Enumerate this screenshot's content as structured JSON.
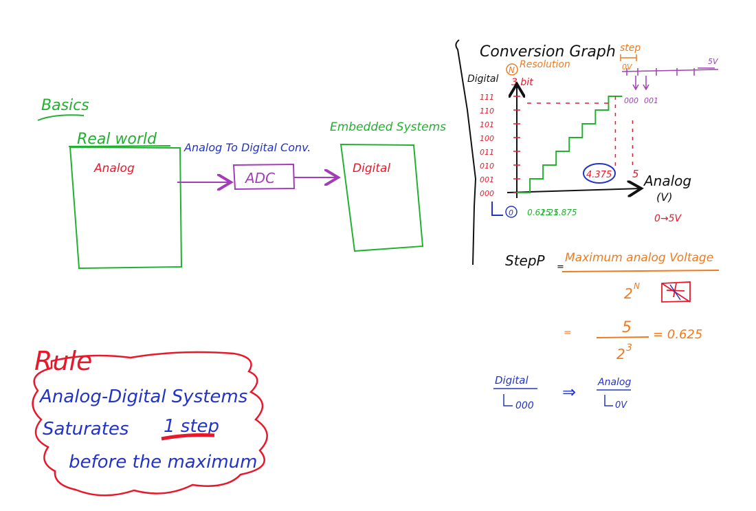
{
  "colors": {
    "green": "#22b030",
    "red": "#e8182a",
    "purple": "#a23cb8",
    "blue": "#2233c8",
    "orange": "#f07a1e",
    "black": "#111111"
  },
  "basics": {
    "heading": "Basics",
    "real_world_label": "Real world",
    "real_world_content": "Analog",
    "conversion_label": "Analog To Digital Conv.",
    "adc_label": "ADC",
    "embedded_label": "Embedded Systems",
    "embedded_content": "Digital"
  },
  "graph": {
    "title": "Conversion Graph",
    "step_label": "step",
    "axis_0v": "0V",
    "axis_5v": "5V",
    "code_000": "000",
    "code_001": "001",
    "resolution_marker": "N",
    "resolution_label": "Resolution",
    "bits_label": "3 bit",
    "y_axis_label": "Digital",
    "x_axis_label": "Analog",
    "x_axis_unit": "(V)",
    "range_note": "0→5V",
    "origin_label": "0",
    "max_value": "4.375",
    "max_axis_label": "5"
  },
  "chart_data": {
    "type": "line",
    "title": "Conversion Graph",
    "xlabel": "Analog (V)",
    "ylabel": "Digital",
    "y_codes": [
      "000",
      "001",
      "010",
      "011",
      "100",
      "101",
      "110",
      "111"
    ],
    "x_ticks": [
      "0.625",
      "1.25",
      "1.875"
    ],
    "xlim": [
      0,
      5
    ],
    "ylim": [
      0,
      7
    ],
    "series": [
      {
        "values": [
          {
            "x": 0,
            "y": 0
          },
          {
            "x": 0.625,
            "y": 1
          },
          {
            "x": 1.25,
            "y": 2
          },
          {
            "x": 1.875,
            "y": 3
          },
          {
            "x": 2.5,
            "y": 4
          },
          {
            "x": 3.125,
            "y": 5
          },
          {
            "x": 3.75,
            "y": 6
          },
          {
            "x": 4.375,
            "y": 7
          }
        ]
      }
    ]
  },
  "formula": {
    "step_word": "StepP",
    "equals": "=",
    "numerator": "Maximum analog Voltage",
    "denominator": "2",
    "exponent": "N",
    "calc_equals": "=",
    "calc_numerator": "5",
    "calc_denominator": "2",
    "calc_exponent": "3",
    "calc_result": "= 0.625"
  },
  "mapping": {
    "digital_label": "Digital",
    "digital_value": "000",
    "arrow": "⇒",
    "analog_label": "Analog",
    "analog_value": "0V"
  },
  "rule": {
    "title": "Rule",
    "line1": "Analog-Digital Systems",
    "line2_pre": "Saturates",
    "line2_emph": "1 step",
    "line3": "before the maximum"
  }
}
